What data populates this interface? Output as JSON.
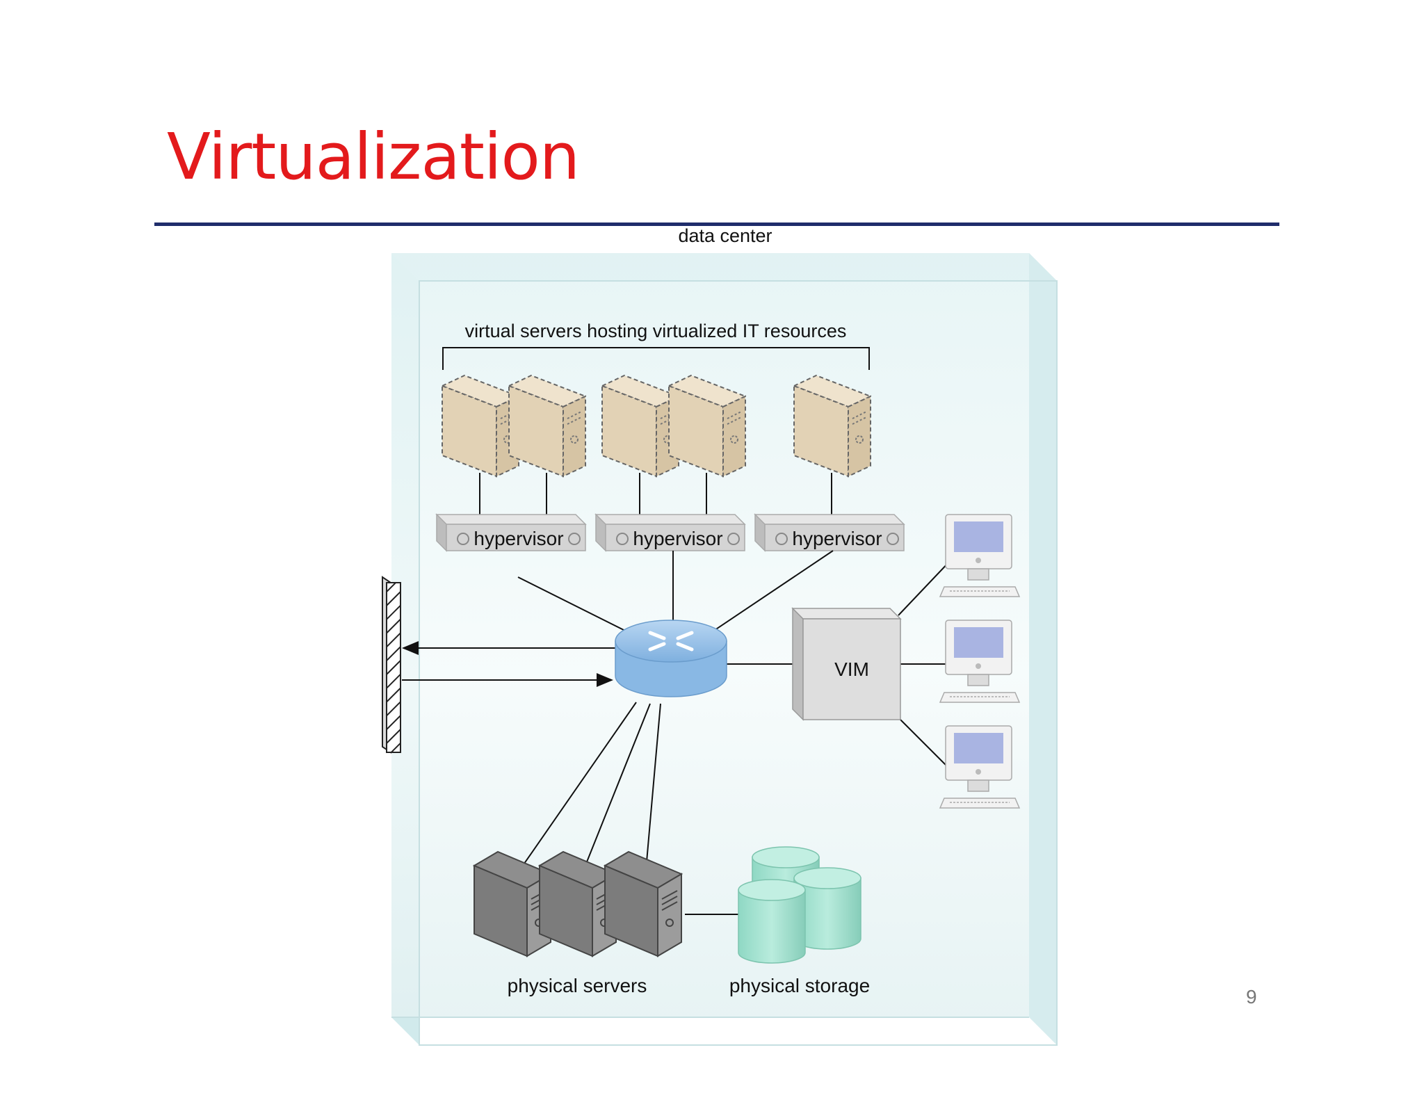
{
  "slide": {
    "title": "Virtualization",
    "page_number": "9"
  },
  "diagram": {
    "container_label": "data center",
    "virtual_servers_label": "virtual servers hosting virtualized IT resources",
    "hypervisors": [
      {
        "label": "hypervisor"
      },
      {
        "label": "hypervisor"
      },
      {
        "label": "hypervisor"
      }
    ],
    "vim_label": "VIM",
    "physical_servers_label": "physical servers",
    "physical_storage_label": "physical storage",
    "icons": [
      "virtual-server-icon",
      "hypervisor-icon",
      "router-icon",
      "firewall-icon",
      "workstation-icon",
      "physical-server-icon",
      "storage-cylinder-icon"
    ],
    "colors": {
      "title": "#e31a1c",
      "rule": "#1f2d6b",
      "container": "#e6f4f5",
      "virtual_server": "#e8d9be",
      "router": "#9cc3e8",
      "storage": "#9fe0cf"
    }
  }
}
